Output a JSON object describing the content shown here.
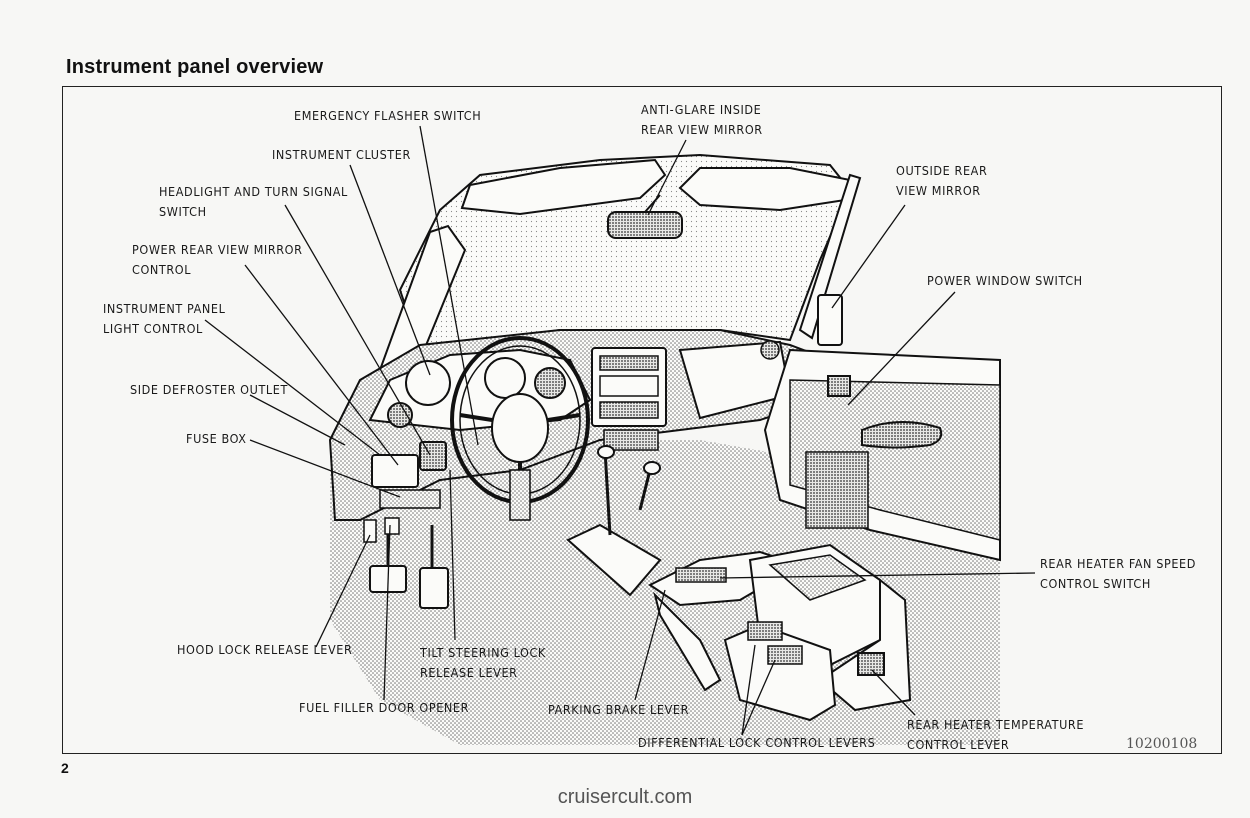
{
  "page": {
    "title": "Instrument panel overview",
    "page_number": "2",
    "figure_code": "10200108",
    "footer": "cruisercult.com"
  },
  "labels": {
    "emergency_flasher": "EMERGENCY FLASHER SWITCH",
    "anti_glare_mirror": "ANTI-GLARE INSIDE\nREAR VIEW MIRROR",
    "instrument_cluster": "INSTRUMENT CLUSTER",
    "outside_mirror": "OUTSIDE REAR\nVIEW MIRROR",
    "headlight_switch": "HEADLIGHT AND TURN SIGNAL\nSWITCH",
    "power_mirror_control": "POWER REAR VIEW MIRROR\nCONTROL",
    "power_window_switch": "POWER WINDOW SWITCH",
    "panel_light_control": "INSTRUMENT PANEL\nLIGHT CONTROL",
    "side_defroster": "SIDE DEFROSTER OUTLET",
    "fuse_box": "FUSE BOX",
    "rear_heater_fan": "REAR HEATER FAN SPEED\nCONTROL SWITCH",
    "hood_lock": "HOOD LOCK RELEASE LEVER",
    "tilt_steering": "TILT STEERING LOCK\nRELEASE LEVER",
    "fuel_filler": "FUEL FILLER DOOR OPENER",
    "parking_brake": "PARKING BRAKE LEVER",
    "diff_lock": "DIFFERENTIAL LOCK CONTROL LEVERS",
    "rear_heater_temp": "REAR HEATER TEMPERATURE\nCONTROL LEVER"
  }
}
